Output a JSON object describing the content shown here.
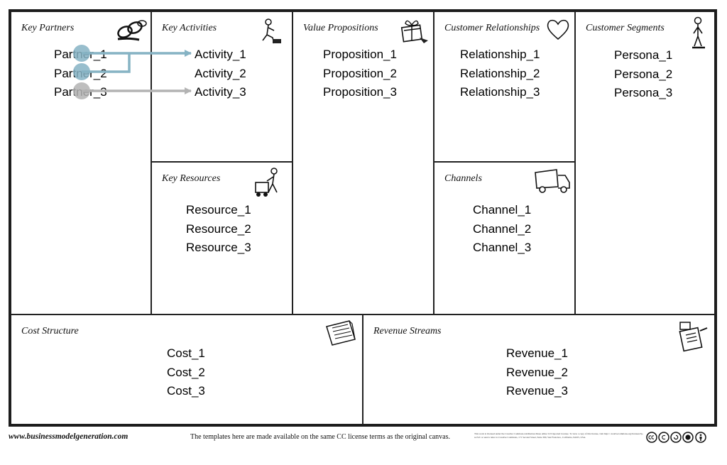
{
  "canvas": {
    "key_partners": {
      "title": "Key Partners",
      "items": [
        "Partner_1",
        "Partner_2",
        "Partner_3"
      ]
    },
    "key_activities": {
      "title": "Key Activities",
      "items": [
        "Activity_1",
        "Activity_2",
        "Activity_3"
      ]
    },
    "key_resources": {
      "title": "Key Resources",
      "items": [
        "Resource_1",
        "Resource_2",
        "Resource_3"
      ]
    },
    "value_propositions": {
      "title": "Value Propositions",
      "items": [
        "Proposition_1",
        "Proposition_2",
        "Proposition_3"
      ]
    },
    "customer_relationships": {
      "title": "Customer Relationships",
      "items": [
        "Relationship_1",
        "Relationship_2",
        "Relationship_3"
      ]
    },
    "channels": {
      "title": "Channels",
      "items": [
        "Channel_1",
        "Channel_2",
        "Channel_3"
      ]
    },
    "customer_segments": {
      "title": "Customer Segments",
      "items": [
        "Persona_1",
        "Persona_2",
        "Persona_3"
      ]
    },
    "cost_structure": {
      "title": "Cost Structure",
      "items": [
        "Cost_1",
        "Cost_2",
        "Cost_3"
      ]
    },
    "revenue_streams": {
      "title": "Revenue Streams",
      "items": [
        "Revenue_1",
        "Revenue_2",
        "Revenue_3"
      ]
    }
  },
  "connections": [
    {
      "from": "Partner_1",
      "to": "Activity_1",
      "color": "#86b3c4"
    },
    {
      "from": "Partner_2",
      "to": "Activity_1",
      "color": "#86b3c4"
    },
    {
      "from": "Partner_3",
      "to": "Activity_3",
      "color": "#b3b3b3"
    }
  ],
  "colors": {
    "link_blue": "#86b3c4",
    "link_gray": "#b3b3b3",
    "border": "#222222"
  },
  "footer": {
    "url": "www.businessmodelgeneration.com",
    "note": "The templates here are made available on the same CC license terms as the original canvas.",
    "license": "This work is licensed under the Creative Commons Attribution-Share Alike 3.0 Unported License. To view a copy of this license, visit http:// creativecommons.org/licenses/by-sa/3.0/ or send a letter to Creative Commons, 171 Second Street, Suite 300, San Francisco, California, 94105, USA.",
    "icons": [
      "cc-icon",
      "copyright-icon",
      "share-alike-icon",
      "noncommercial-icon",
      "attribution-icon"
    ]
  }
}
